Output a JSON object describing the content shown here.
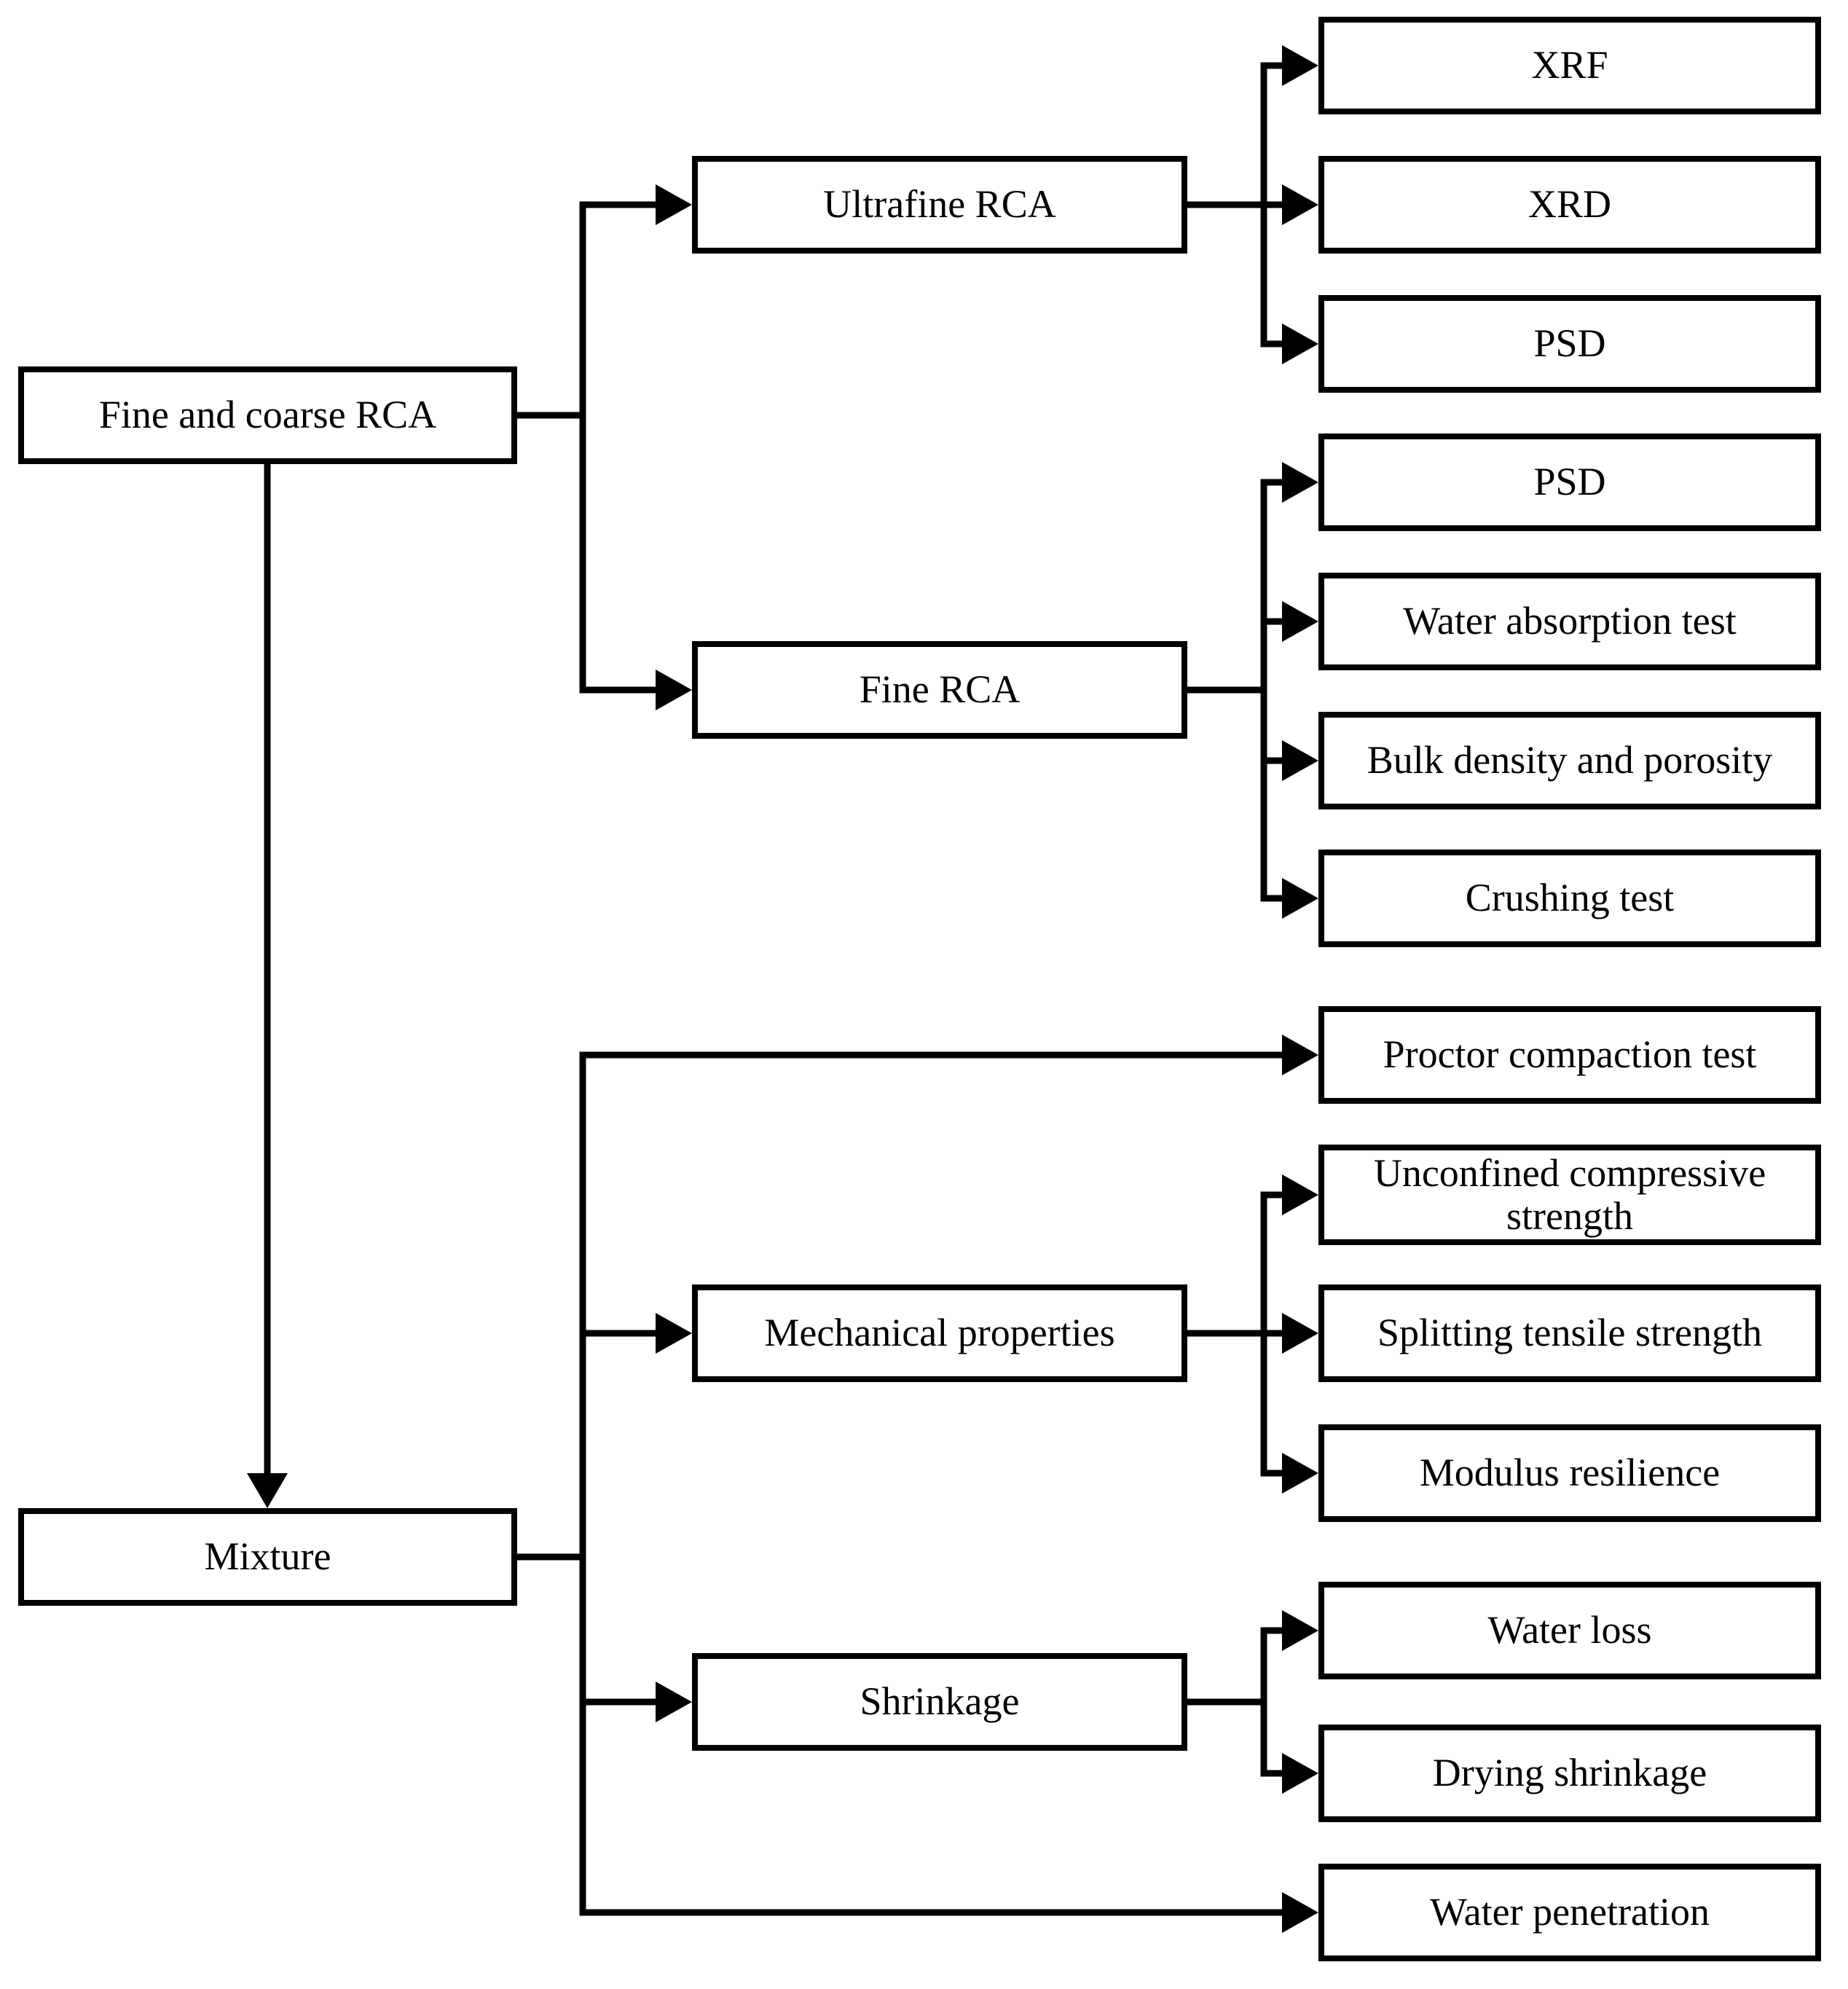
{
  "figure": {
    "type": "flowchart",
    "background_color": "#ffffff",
    "box_border_color": "#000000",
    "box_fill_color": "#ffffff",
    "line_color": "#000000",
    "text_color": "#000000"
  },
  "nodes": {
    "fine_coarse_rca": "Fine and coarse RCA",
    "ultrafine_rca": "Ultrafine RCA",
    "xrf": "XRF",
    "xrd": "XRD",
    "psd_ultrafine": "PSD",
    "fine_rca": "Fine RCA",
    "psd_fine": "PSD",
    "water_absorption": "Water absorption test",
    "bulk_density": "Bulk density and porosity",
    "crushing_test": "Crushing test",
    "mixture": "Mixture",
    "proctor": "Proctor compaction test",
    "mechanical": "Mechanical properties",
    "unconfined": "Unconfined compressive strength",
    "splitting": "Splitting tensile strength",
    "modulus": "Modulus resilience",
    "shrinkage": "Shrinkage",
    "water_loss": "Water loss",
    "drying_shrinkage": "Drying shrinkage",
    "water_penetration": "Water penetration"
  },
  "edges": [
    {
      "from": "Fine and coarse RCA",
      "to": "Ultrafine RCA"
    },
    {
      "from": "Fine and coarse RCA",
      "to": "Fine RCA"
    },
    {
      "from": "Fine and coarse RCA",
      "to": "Mixture"
    },
    {
      "from": "Ultrafine RCA",
      "to": "XRF"
    },
    {
      "from": "Ultrafine RCA",
      "to": "XRD"
    },
    {
      "from": "Ultrafine RCA",
      "to": "PSD"
    },
    {
      "from": "Fine RCA",
      "to": "PSD"
    },
    {
      "from": "Fine RCA",
      "to": "Water absorption test"
    },
    {
      "from": "Fine RCA",
      "to": "Bulk density and porosity"
    },
    {
      "from": "Fine RCA",
      "to": "Crushing test"
    },
    {
      "from": "Mixture",
      "to": "Proctor compaction test"
    },
    {
      "from": "Mixture",
      "to": "Mechanical properties"
    },
    {
      "from": "Mixture",
      "to": "Shrinkage"
    },
    {
      "from": "Mixture",
      "to": "Water penetration"
    },
    {
      "from": "Mechanical properties",
      "to": "Unconfined compressive strength"
    },
    {
      "from": "Mechanical properties",
      "to": "Splitting tensile strength"
    },
    {
      "from": "Mechanical properties",
      "to": "Modulus resilience"
    },
    {
      "from": "Shrinkage",
      "to": "Water loss"
    },
    {
      "from": "Shrinkage",
      "to": "Drying shrinkage"
    }
  ]
}
